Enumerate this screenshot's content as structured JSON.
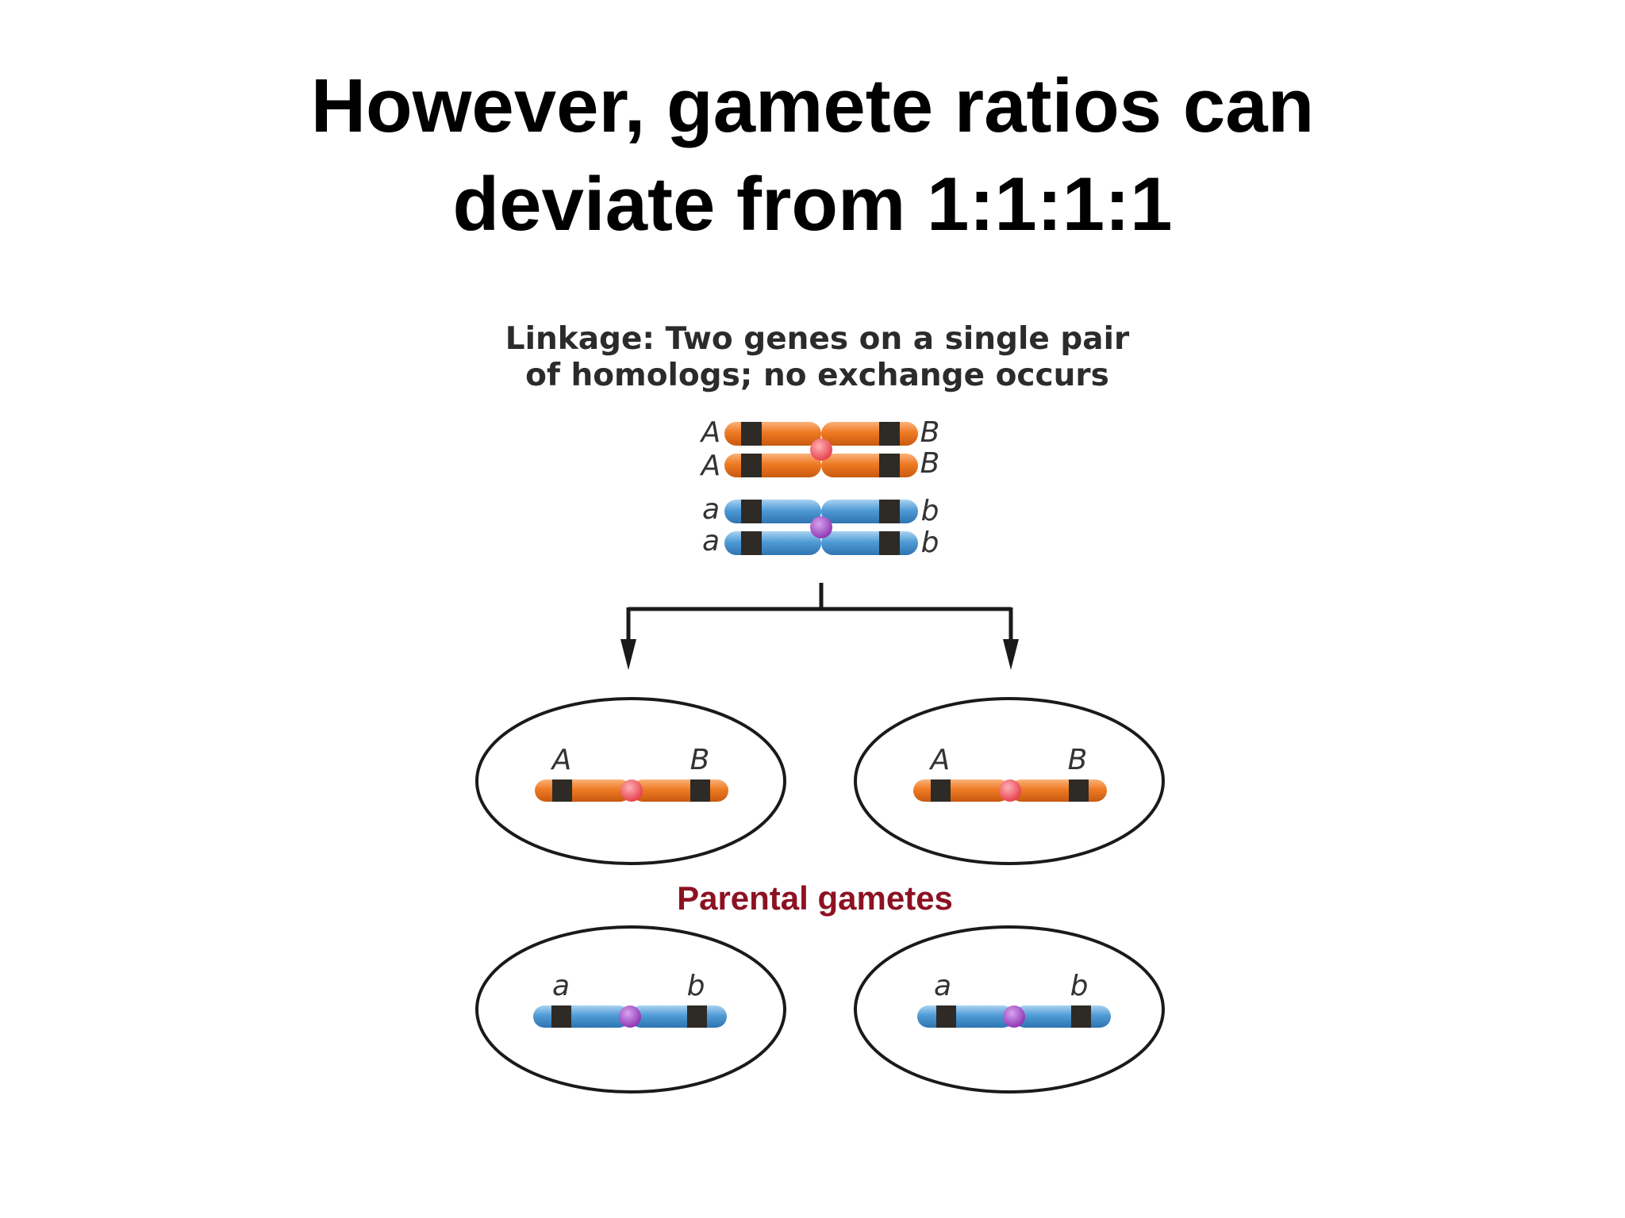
{
  "slide": {
    "title_line1": "However, gamete ratios can",
    "title_line2": "deviate from 1:1:1:1"
  },
  "figure": {
    "caption_line1": "Linkage: Two genes on a single pair",
    "caption_line2": "of homologs; no exchange occurs",
    "parent_genes": {
      "orange_top": [
        "A",
        "B"
      ],
      "orange_bottom": [
        "A",
        "B"
      ],
      "blue_top": [
        "a",
        "b"
      ],
      "blue_bottom": [
        "a",
        "b"
      ]
    },
    "gametes": [
      {
        "left_gene": "A",
        "right_gene": "B",
        "color": "orange"
      },
      {
        "left_gene": "A",
        "right_gene": "B",
        "color": "orange"
      },
      {
        "left_gene": "a",
        "right_gene": "b",
        "color": "blue"
      },
      {
        "left_gene": "a",
        "right_gene": "b",
        "color": "blue"
      }
    ],
    "group_label": "Parental gametes"
  },
  "colors": {
    "orange": "#ef7a23",
    "orange_centromere": "#f0505a",
    "blue": "#4f9bd6",
    "blue_centromere": "#9b3fbf",
    "band": "#2e2a26",
    "label_red": "#8c1222"
  }
}
